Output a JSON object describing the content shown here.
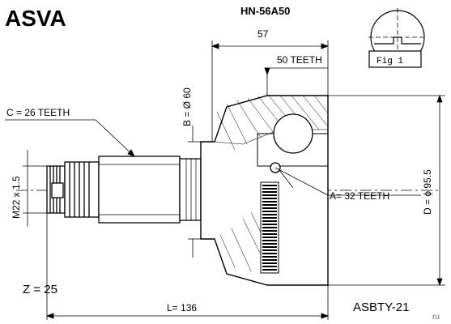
{
  "header": {
    "brand": "ASVA",
    "part_number": "HN-56A50"
  },
  "dimensions": {
    "top_width": "57",
    "outer_teeth": "50 TEETH",
    "bore_b": "B = Ø 60",
    "spline_c": "C = 26 TEETH",
    "thread": "M22 x 1.5",
    "inner_teeth_a": "A= 32 TEETH",
    "diameter_d": "D = ϕ 95.5",
    "length_l": "L= 136"
  },
  "fig_label": "Fig 1",
  "footer": {
    "z_count": "Z = 25",
    "code": "ASBTY-21"
  },
  "watermark": "ru"
}
